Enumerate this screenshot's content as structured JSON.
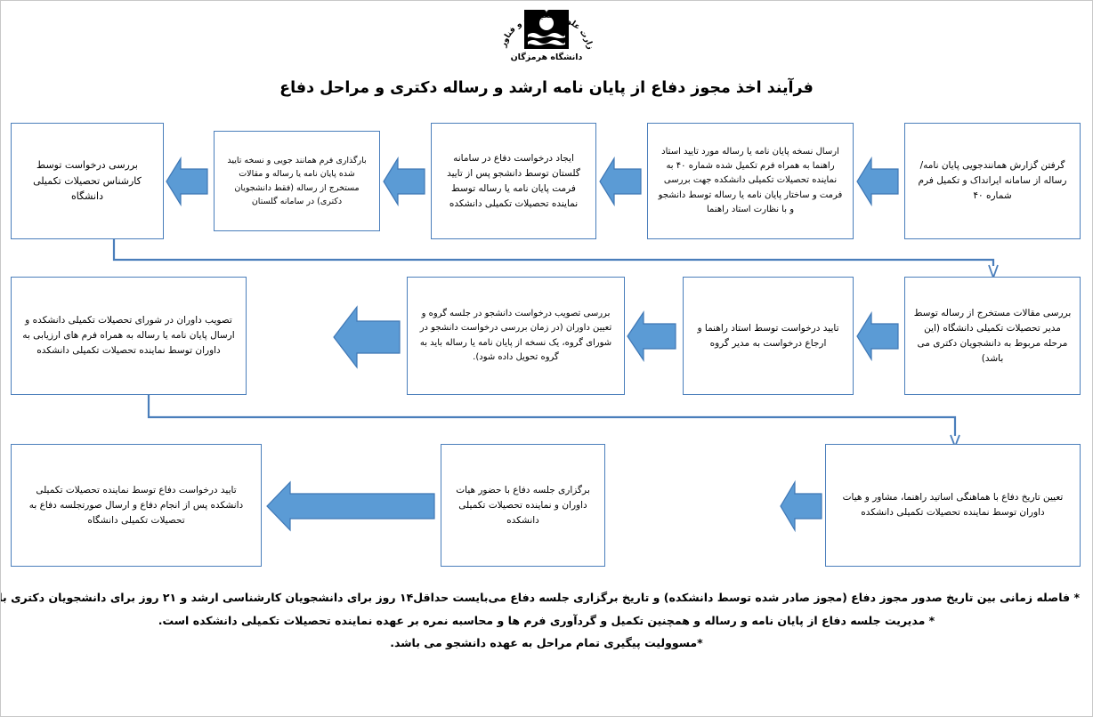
{
  "header": {
    "logo_icon": "university-book-logo",
    "logo_arc_text": "وزارت علوم تحقیقات و فناوری",
    "logo_caption": "دانشگاه هرمزگان"
  },
  "title": "فرآیند اخذ مجوز دفاع از پایان نامه ارشد و رساله دکتری و مراحل دفاع",
  "colors": {
    "box_border": "#4a7ebb",
    "arrow_fill": "#5b9bd5",
    "arrow_border": "#3f77b5",
    "connector": "#4a7ebb",
    "text": "#000000"
  },
  "flow": {
    "row1": [
      {
        "id": "step-01",
        "text": "گرفتن گزارش همانندجویی  پایان نامه/ رساله از سامانه ایرانداک و تکمیل فرم شماره ۴۰"
      },
      {
        "id": "step-02",
        "text": "ارسال نسخه پایان نامه یا رساله مورد تایید استاد راهنما به همراه فرم تکمیل شده شماره ۴۰ به نماینده تحصیلات تکمیلی دانشکده جهت بررسی فرمت و ساختار پایان نامه یا رساله توسط دانشجو و با نظارت استاد راهنما"
      },
      {
        "id": "step-03",
        "text": "ایجاد درخواست دفاع در سامانه گلستان توسط دانشجو پس از تایید فرمت پایان نامه یا رساله توسط نماینده تحصیلات تکمیلی دانشکده"
      },
      {
        "id": "step-04",
        "text": "بارگذاری فرم همانند جویی و نسخه تایید شده پایان نامه یا رساله و مقالات مستخرج از رساله (فقط دانشجویان دکتری) در سامانه گلستان"
      },
      {
        "id": "step-05",
        "text": "بررسی درخواست توسط کارشناس تحصیلات تکمیلی دانشگاه"
      }
    ],
    "row2": [
      {
        "id": "step-06",
        "text": "بررسی مقالات مستخرج از رساله توسط مدیر تحصیلات تکمیلی دانشگاه (این مرحله مربوط به دانشجویان دکتری می باشد)"
      },
      {
        "id": "step-07",
        "text": "تایید درخواست توسط استاد راهنما و ارجاع درخواست به مدیر گروه"
      },
      {
        "id": "step-08",
        "text": "بررسی تصویب درخواست دانشجو در جلسه گروه و تعیین داوران (در زمان بررسی درخواست دانشجو در شورای گروه، یک نسخه از پایان نامه یا رساله باید به گروه تحویل داده شود)."
      },
      {
        "id": "step-09",
        "text": "تصویب داوران در شورای تحصیلات تکمیلی دانشکده و ارسال پایان نامه یا رساله به همراه فرم های ارزیابی به داوران توسط نماینده تحصیلات تکمیلی دانشکده"
      }
    ],
    "row3": [
      {
        "id": "step-10",
        "text": "تعیین تاریخ دفاع با هماهنگی اساتید راهنما، مشاور و هیات داوران توسط نماینده تحصیلات تکمیلی دانشکده"
      },
      {
        "id": "step-11",
        "text": "برگزاری جلسه دفاع با حضور هیات داوران و نماینده تحصیلات تکمیلی دانشکده"
      },
      {
        "id": "step-12",
        "text": "تایید درخواست دفاع توسط نماینده تحصیلات تکمیلی دانشکده پس از انجام دفاع و ارسال صورتجلسه دفاع به تحصیلات تکمیلی دانشگاه"
      }
    ]
  },
  "notes": [
    "* فاصله زمانی بین تاریخ صدور مجوز دفاع (مجوز صادر شده توسط دانشکده) و تاریخ برگزاری جلسه دفاع می‌بایست حداقل۱۴ روز برای دانشجویان کارشناسی ارشد و ۲۱ روز برای دانشجویان دکتری باشد.",
    "* مدیریت جلسه دفاع از پایان نامه و رساله و همچنین تکمیل و گردآوری فرم ها و محاسبه نمره بر عهده نماینده تحصیلات تکمیلی دانشکده است.",
    "*مسوولیت پیگیری تمام مراحل به عهده دانشجو می باشد."
  ]
}
